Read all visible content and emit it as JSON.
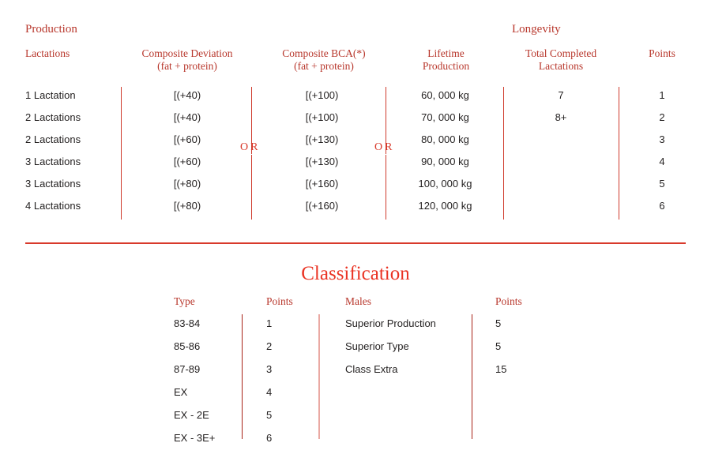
{
  "colors": {
    "header_red": "#b8372c",
    "title_red": "#ea3323",
    "rule_red": "#d8392b",
    "rule_light": "#eaa9a3",
    "text_dark": "#221f1f"
  },
  "production": {
    "group_label": "Production",
    "longevity_label": "Longevity",
    "or_label_left": "O",
    "or_label_right": "R",
    "headers": {
      "lactations": "Lactations",
      "composite_deviation_line1": "Composite Deviation",
      "composite_deviation_line2": "(fat + protein)",
      "composite_bca_line1": "Composite BCA(*)",
      "composite_bca_line2": "(fat + protein)",
      "lifetime_line1": "Lifetime",
      "lifetime_line2": "Production",
      "total_completed_line1": "Total Completed",
      "total_completed_line2": "Lactations",
      "points": "Points"
    },
    "rows": [
      {
        "lactations": "1 Lactation",
        "composite_deviation": "[(+40)",
        "composite_bca": "[(+100)",
        "lifetime_production": "60, 000 kg",
        "total_completed_lactations": "7",
        "points": "1"
      },
      {
        "lactations": "2 Lactations",
        "composite_deviation": "[(+40)",
        "composite_bca": "[(+100)",
        "lifetime_production": "70, 000 kg",
        "total_completed_lactations": "8+",
        "points": "2"
      },
      {
        "lactations": "2 Lactations",
        "composite_deviation": "[(+60)",
        "composite_bca": "[(+130)",
        "lifetime_production": "80, 000 kg",
        "total_completed_lactations": "",
        "points": "3"
      },
      {
        "lactations": "3 Lactations",
        "composite_deviation": "[(+60)",
        "composite_bca": "[(+130)",
        "lifetime_production": "90, 000 kg",
        "total_completed_lactations": "",
        "points": "4"
      },
      {
        "lactations": "3 Lactations",
        "composite_deviation": "[(+80)",
        "composite_bca": "[(+160)",
        "lifetime_production": "100, 000 kg",
        "total_completed_lactations": "",
        "points": "5"
      },
      {
        "lactations": "4 Lactations",
        "composite_deviation": "[(+80)",
        "composite_bca": "[(+160)",
        "lifetime_production": "120, 000 kg",
        "total_completed_lactations": "",
        "points": "6"
      }
    ]
  },
  "classification": {
    "title": "Classification",
    "headers": {
      "type": "Type",
      "type_points": "Points",
      "males": "Males",
      "males_points": "Points"
    },
    "type_rows": [
      {
        "type": "83-84",
        "points": "1"
      },
      {
        "type": "85-86",
        "points": "2"
      },
      {
        "type": "87-89",
        "points": "3"
      },
      {
        "type": "EX",
        "points": "4"
      },
      {
        "type": "EX - 2E",
        "points": "5"
      },
      {
        "type": "EX - 3E+",
        "points": "6"
      }
    ],
    "males_rows": [
      {
        "label": "Superior Production",
        "points": "5"
      },
      {
        "label": "Superior Type",
        "points": "5"
      },
      {
        "label": "Class Extra",
        "points": "15"
      }
    ]
  }
}
